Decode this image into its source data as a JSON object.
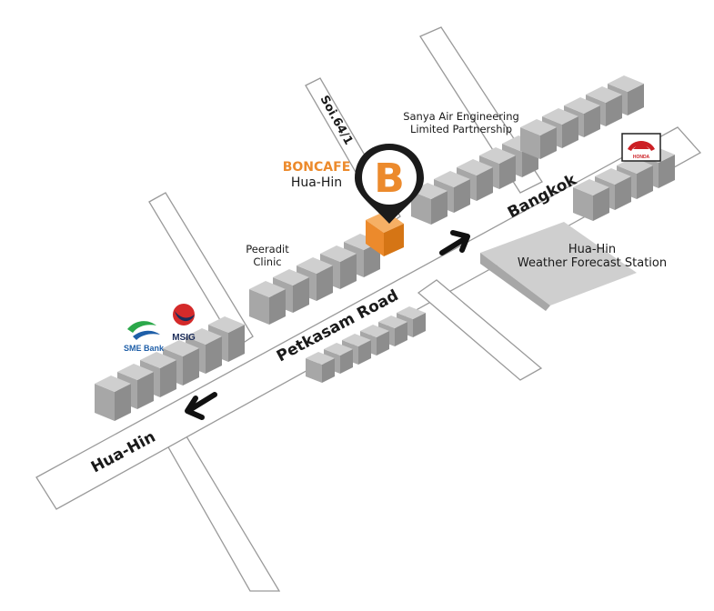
{
  "labels": {
    "soi": "Soi.64/1",
    "sanya_line1": "Sanya Air Engineering",
    "sanya_line2": "Limited Partnership",
    "boncafe": "BONCAFE",
    "boncafe_branch": "Hua-Hin",
    "pin_letter": "B",
    "peeradit_line1": "Peeradit",
    "peeradit_line2": "Clinic",
    "bangkok": "Bangkok",
    "weather_line1": "Hua-Hin",
    "weather_line2": "Weather Forecast Station",
    "petkasam": "Petkasam Road",
    "huahin_road": "Hua-Hin",
    "sme_bank": "SME Bank",
    "msig": "MSIG",
    "honda": "HONDA"
  },
  "colors": {
    "brand": "#ec8a2c",
    "pin": "#1b1b1b",
    "building_top": "#cfcfcf",
    "building_left": "#a7a7a7",
    "building_right": "#8d8d8d",
    "road_edge": "#9a9a9a",
    "honda_red": "#cc1f24",
    "msig_red": "#d42a2a",
    "msig_navy": "#1c2d5a",
    "sme_green": "#2ba84a",
    "sme_blue": "#1f5fa8"
  },
  "icons": {
    "direction_to_bangkok": "arrow-right-up-icon",
    "direction_to_huahin": "arrow-left-down-icon",
    "location_pin": "map-pin-icon",
    "honda": "honda-logo-icon",
    "msig": "msig-logo-icon",
    "sme_bank": "sme-bank-logo-icon"
  }
}
